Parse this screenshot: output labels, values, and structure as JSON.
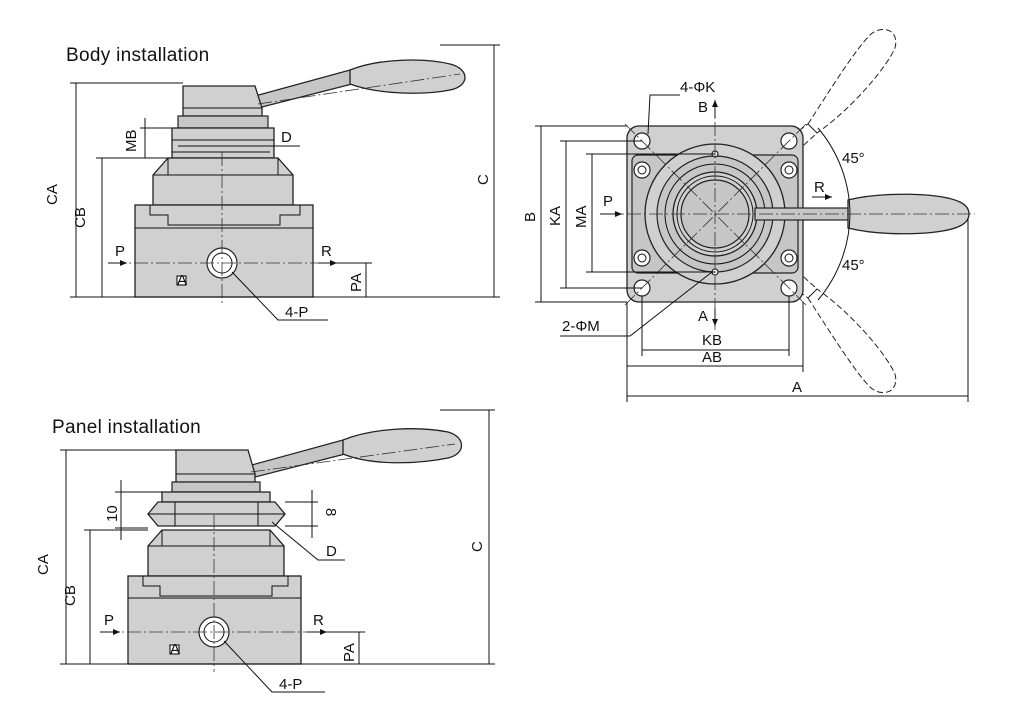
{
  "views": {
    "body_installation": {
      "title": "Body installation",
      "labels": {
        "mb": "MB",
        "d": "D",
        "ca": "CA",
        "cb": "CB",
        "c": "C",
        "p": "P",
        "r": "R",
        "pa": "PA",
        "port": "4-P",
        "a_mark": "A"
      }
    },
    "panel_installation": {
      "title": "Panel installation",
      "labels": {
        "ten": "10",
        "eight": "8",
        "d": "D",
        "ca": "CA",
        "cb": "CB",
        "c": "C",
        "p": "P",
        "r": "R",
        "pa": "PA",
        "port": "4-P",
        "a_mark": "A"
      }
    },
    "top_view": {
      "labels": {
        "holes_k": "4-ΦK",
        "b_port": "B",
        "a_port": "A",
        "p": "P",
        "r": "R",
        "angle_top": "45°",
        "angle_bottom": "45°",
        "b": "B",
        "ka": "KA",
        "ma": "MA",
        "holes_m": "2-ΦM",
        "kb": "KB",
        "ab": "AB",
        "a": "A"
      }
    }
  }
}
